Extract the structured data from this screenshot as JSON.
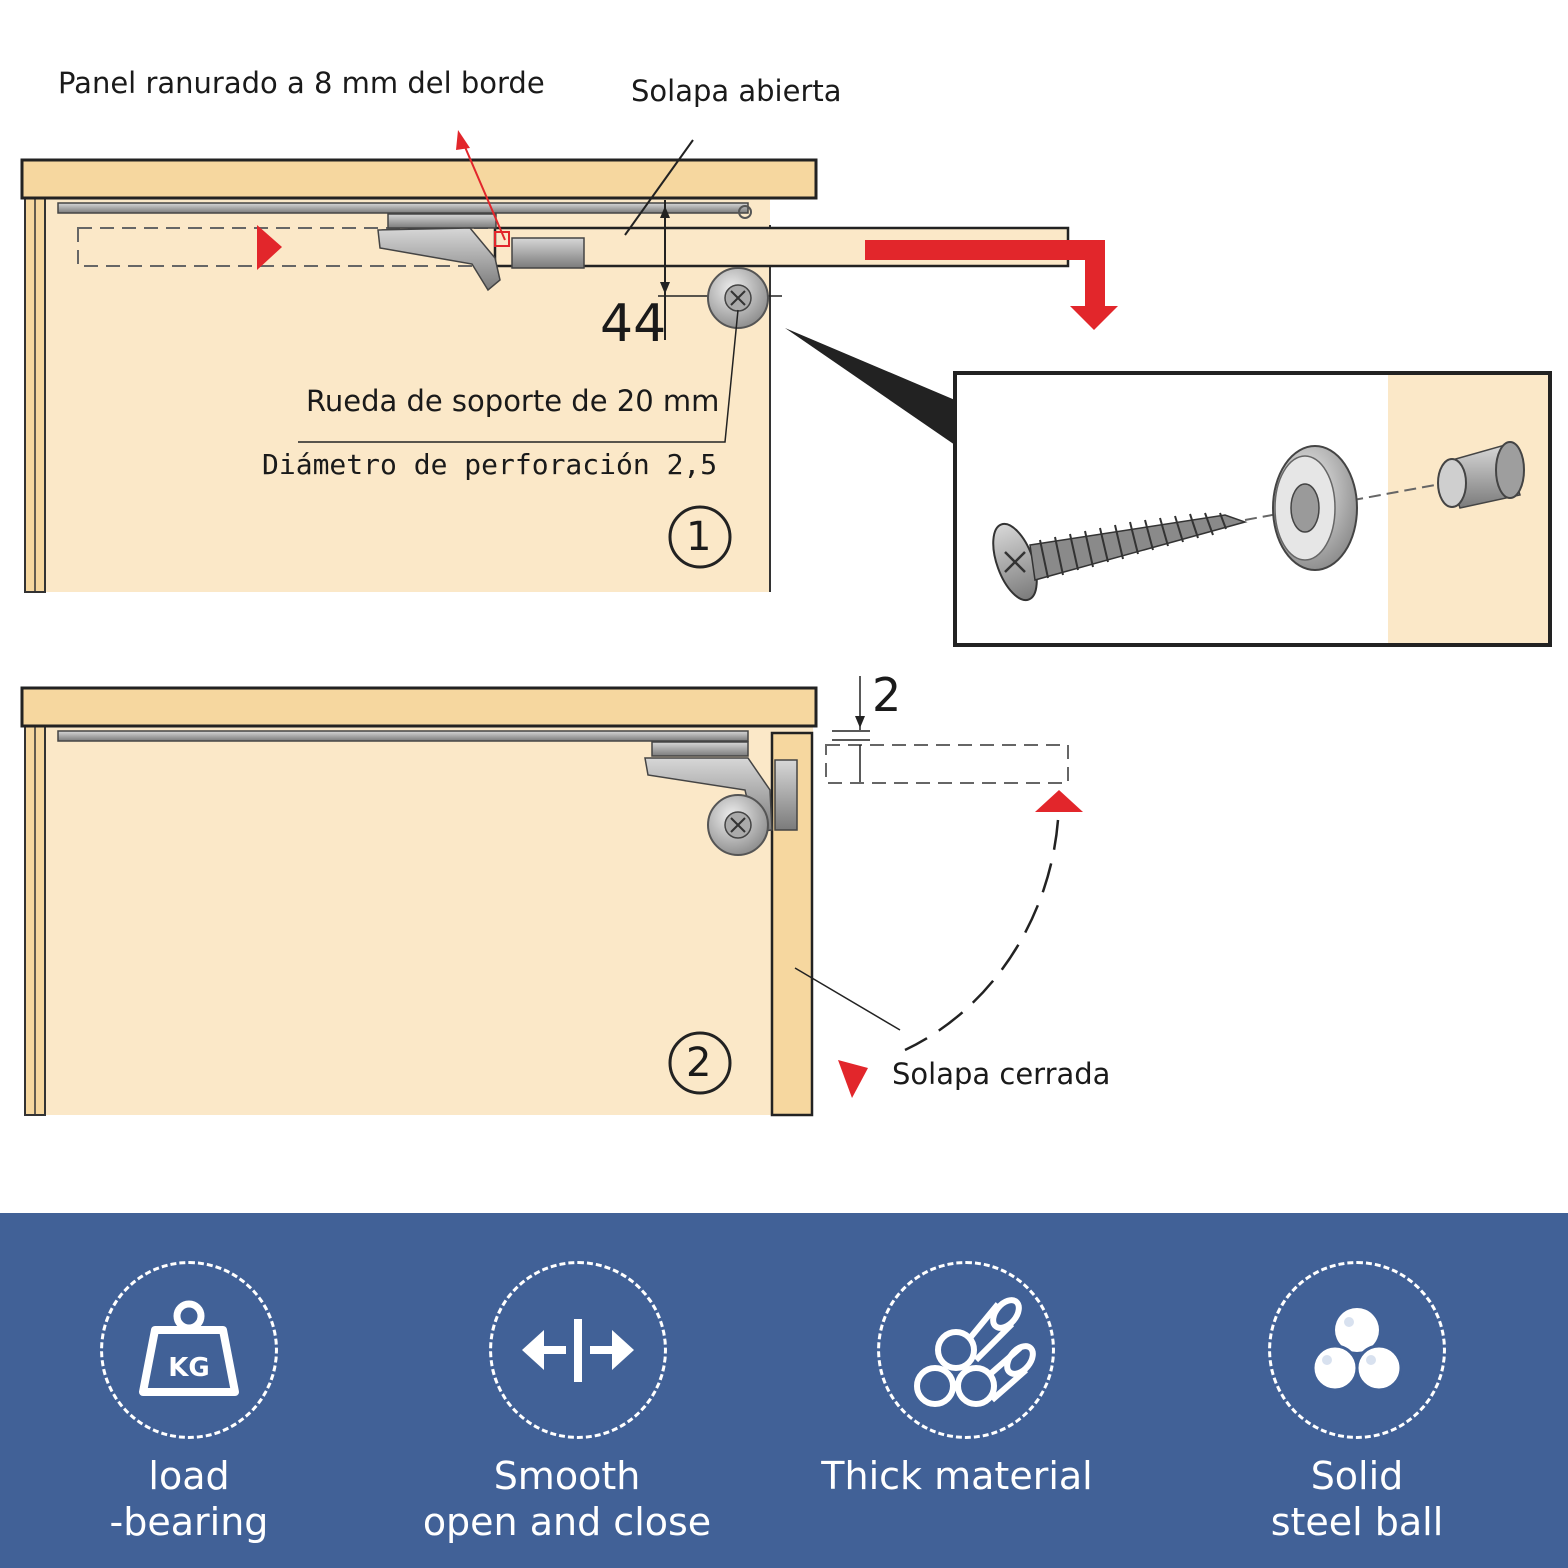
{
  "diagram": {
    "label_slot": "Panel ranurado a 8 mm del borde",
    "label_open": "Solapa abierta",
    "dim_44": "44",
    "label_wheel": "Rueda de soporte de 20 mm",
    "label_drill": "Diámetro de perforación 2,5",
    "step1": "1",
    "step2": "2",
    "dim_2": "2",
    "label_closed": "Solapa cerrada",
    "colors": {
      "wood": "#fbe8c8",
      "wood_edge": "#f6d79f",
      "arrow": "#e2262b",
      "metal": "#8d8d8d"
    }
  },
  "features": [
    {
      "icon": "kg-weight-icon",
      "line1": "load",
      "line2": "-bearing"
    },
    {
      "icon": "open-close-arrows-icon",
      "line1": "Smooth",
      "line2": "open and close"
    },
    {
      "icon": "material-tubes-icon",
      "line1": "Thick material",
      "line2": ""
    },
    {
      "icon": "steel-balls-icon",
      "line1": "Solid",
      "line2": "steel ball"
    }
  ],
  "colors": {
    "banner": "#416197",
    "text": "#ffffff"
  }
}
